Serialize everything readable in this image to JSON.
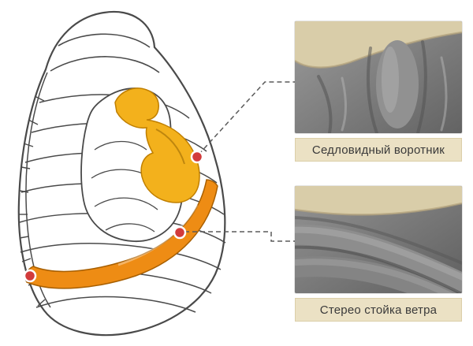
{
  "page": {
    "background": "#ffffff"
  },
  "diagram": {
    "title": "sleeping-bag-feature-diagram",
    "colors": {
      "outline": "#4a4a4a",
      "collar_fill": "#f3b11c",
      "tube_fill": "#ee8c14",
      "marker_fill": "#d23b3b",
      "caption_bg": "#ebe1c4",
      "photo_gray": "#7d7d7d",
      "photo_beige": "#d9cda9"
    },
    "markers": [
      {
        "id": "collar-point"
      },
      {
        "id": "tube-mid-point"
      },
      {
        "id": "tube-end-point"
      }
    ]
  },
  "callouts": [
    {
      "id": "collar",
      "label": "Седловидный воротник"
    },
    {
      "id": "wind_baffle",
      "label": "Стерео стойка ветра"
    }
  ]
}
